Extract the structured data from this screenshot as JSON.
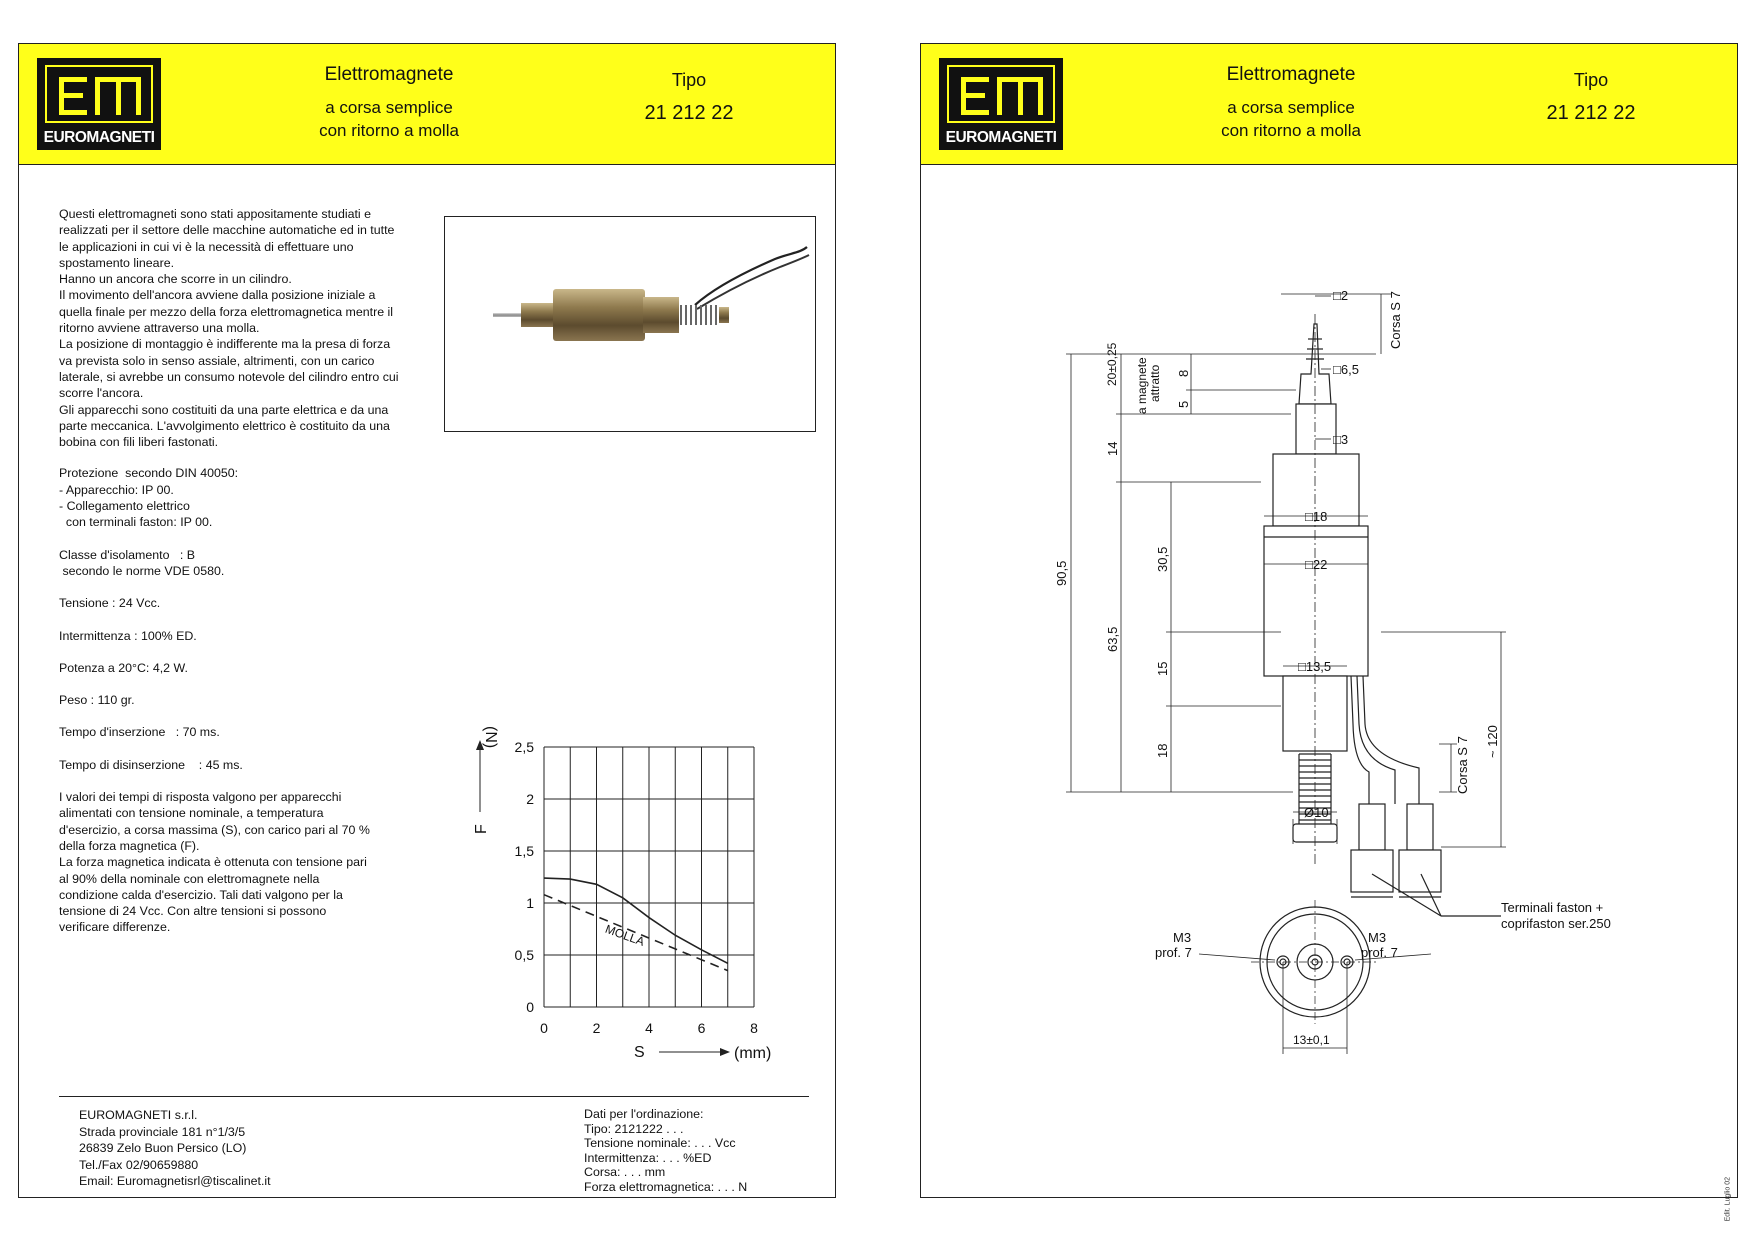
{
  "header": {
    "logo_text": "EUROMAGNETI",
    "title": "Elettromagnete",
    "subtitle1": "a corsa semplice",
    "subtitle2": "con ritorno a molla",
    "tipo_label": "Tipo",
    "tipo_code": "21 212 22"
  },
  "description": {
    "intro": [
      "Questi elettromagneti sono stati appositamente studiati e",
      "realizzati per il settore delle macchine automatiche ed in tutte",
      "le applicazioni in cui vi è la necessità di effettuare uno",
      "spostamento lineare.",
      "Hanno un ancora che scorre in un cilindro.",
      "Il movimento dell'ancora avviene dalla posizione iniziale a",
      "quella finale per mezzo della forza elettromagnetica mentre il",
      "ritorno avviene attraverso una molla.",
      "La posizione di montaggio è indifferente ma la presa di forza",
      "va prevista solo in senso assiale, altrimenti, con un carico",
      "laterale, si avrebbe un consumo notevole del cilindro entro cui",
      "scorre l'ancora.",
      "Gli apparecchi sono costituiti da una parte elettrica e da una",
      "parte meccanica. L'avvolgimento elettrico è costituito da una",
      "bobina con fili liberi fastonati."
    ],
    "protection": [
      "Protezione  secondo DIN 40050:",
      "- Apparecchio: IP 00.",
      "- Collegamento elettrico",
      "  con terminali faston: IP 00."
    ],
    "insulation": [
      "Classe d'isolamento   : B",
      " secondo le norme VDE 0580."
    ],
    "voltage": "Tensione : 24 Vcc.",
    "duty": "Intermittenza  : 100% ED.",
    "power": "Potenza  a 20°C: 4,2 W.",
    "weight": "Peso : 110 gr.",
    "on_time": "Tempo d'inserzione   : 70 ms.",
    "off_time": "Tempo di disinserzione    : 45 ms.",
    "notes": [
      "I valori dei tempi di risposta valgono per apparecchi",
      "alimentati con tensione nominale, a temperatura",
      "d'esercizio, a corsa massima (S), con carico pari al 70 %",
      "della forza magnetica (F).",
      "La forza magnetica indicata è ottenuta con tensione pari",
      "al 90% della nominale con elettromagnete nella",
      "condizione calda d'esercizio. Tali dati valgono per la",
      "tensione di 24 Vcc. Con altre tensioni si possono",
      "verificare differenze."
    ]
  },
  "chart_data": {
    "type": "line",
    "xlabel": "S",
    "xunit": "(mm)",
    "ylabel": "F",
    "yunit": "(N)",
    "xlim": [
      0,
      8
    ],
    "ylim": [
      0,
      2.5
    ],
    "x_ticks": [
      "0",
      "2",
      "4",
      "6",
      "8"
    ],
    "y_ticks": [
      "0",
      "0,5",
      "1",
      "1,5",
      "2",
      "2,5"
    ],
    "grid": true,
    "series": [
      {
        "name": "",
        "style": "solid",
        "x": [
          0,
          1,
          2,
          3,
          4,
          5,
          6,
          7
        ],
        "y": [
          1.24,
          1.23,
          1.18,
          1.05,
          0.86,
          0.69,
          0.55,
          0.42
        ]
      },
      {
        "name": "MOLLA",
        "style": "dashed",
        "x": [
          0,
          7
        ],
        "y": [
          1.08,
          0.35
        ]
      }
    ]
  },
  "company": [
    "EUROMAGNETI s.r.l.",
    "Strada provinciale 181 n°1/3/5",
    "26839 Zelo Buon Persico (LO)",
    "Tel./Fax 02/90659880",
    "Email: Euromagnetisrl@tiscalinet.it"
  ],
  "order": [
    "Dati per l'ordinazione:",
    "Tipo: 2121222 . . .",
    "Tensione nominale: . . . Vcc",
    "Intermittenza: . . . %ED",
    "Corsa: . . . mm",
    "Forza elettromagnetica: . . . N"
  ],
  "drawing": {
    "dim_sq2": "□2",
    "dim_sq65": "□6,5",
    "dim_sq3": "□3",
    "dim_sq18": "□18",
    "dim_sq22": "□22",
    "dim_sq135": "□13,5",
    "dim_d10": "Ø10",
    "corsa1": "Corsa S 7",
    "corsa2": "Corsa S 7",
    "dim_20": "20±0,25",
    "a_magnete": "a magnete",
    "attratto": "attratto",
    "dim_8": "8",
    "dim_5": "5",
    "dim_14": "14",
    "dim_905": "90,5",
    "dim_305": "30,5",
    "dim_635": "63,5",
    "dim_15": "15",
    "dim_18": "18",
    "dim_120": "~ 120",
    "terminals1": "Terminali faston +",
    "terminals2": "coprifaston ser.250",
    "m3_left": "M3",
    "prof_left": "prof. 7",
    "m3_right": "M3",
    "prof_right": "prof. 7",
    "dim_13": "13±0,1",
    "edition": "Edit. Luglio 02"
  }
}
